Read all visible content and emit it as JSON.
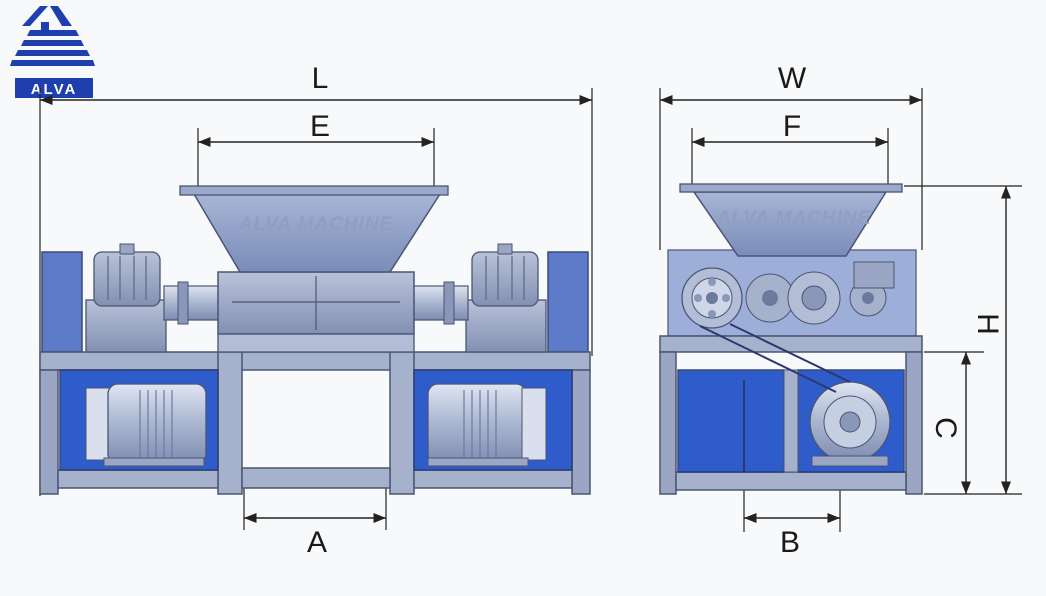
{
  "logo": {
    "text": "ALVA"
  },
  "front_view": {
    "hopper_text": "ALVA MACHINE",
    "dimensions": {
      "overall_length": "L",
      "hopper_width": "E",
      "base_opening": "A"
    }
  },
  "side_view": {
    "hopper_text": "ALVA MACHINE",
    "dimensions": {
      "overall_width": "W",
      "hopper_opening": "F",
      "motor_offset": "B",
      "frame_height": "C",
      "overall_height": "H"
    }
  },
  "colors": {
    "frame": "#7f8fb0",
    "frame_dark": "#4a5575",
    "panel_blue": "#1d4fc8",
    "panel_light": "#5e7fce",
    "hopper": "#8ea0c8",
    "motor": "#a8b4d0",
    "logo_blue": "#1f3fae",
    "dimension_line": "#222222"
  }
}
